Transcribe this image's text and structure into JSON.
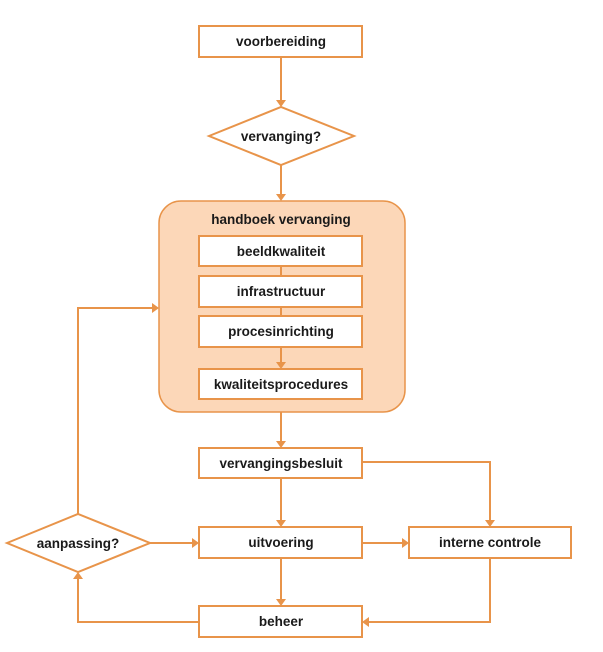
{
  "diagram": {
    "type": "flowchart",
    "colors": {
      "stroke": "#e8944a",
      "container_fill": "#fcd7b8",
      "box_fill": "#ffffff",
      "text": "#1a1a1a"
    },
    "nodes": {
      "voorbereiding": {
        "label": "voorbereiding",
        "shape": "rect"
      },
      "vervanging": {
        "label": "vervanging?",
        "shape": "diamond"
      },
      "handboek": {
        "label": "handboek vervanging",
        "shape": "container",
        "children": {
          "beeldkwaliteit": {
            "label": "beeldkwaliteit"
          },
          "infrastructuur": {
            "label": "infrastructuur"
          },
          "procesinrichting": {
            "label": "procesinrichting"
          },
          "kwaliteitsprocedures": {
            "label": "kwaliteitsprocedures"
          }
        }
      },
      "vervangingsbesluit": {
        "label": "vervangingsbesluit",
        "shape": "rect"
      },
      "uitvoering": {
        "label": "uitvoering",
        "shape": "rect"
      },
      "interne_controle": {
        "label": "interne controle",
        "shape": "rect"
      },
      "beheer": {
        "label": "beheer",
        "shape": "rect"
      },
      "aanpassing": {
        "label": "aanpassing?",
        "shape": "diamond"
      }
    },
    "edges": [
      {
        "from": "voorbereiding",
        "to": "vervanging?"
      },
      {
        "from": "vervanging?",
        "to": "handboek vervanging"
      },
      {
        "from": "beeldkwaliteit",
        "to": "infrastructuur"
      },
      {
        "from": "infrastructuur",
        "to": "procesinrichting"
      },
      {
        "from": "procesinrichting",
        "to": "kwaliteitsprocedures"
      },
      {
        "from": "handboek vervanging",
        "to": "vervangingsbesluit"
      },
      {
        "from": "vervangingsbesluit",
        "to": "uitvoering"
      },
      {
        "from": "vervangingsbesluit",
        "to": "interne controle"
      },
      {
        "from": "uitvoering",
        "to": "interne controle"
      },
      {
        "from": "uitvoering",
        "to": "beheer"
      },
      {
        "from": "interne controle",
        "to": "beheer"
      },
      {
        "from": "beheer",
        "to": "aanpassing?"
      },
      {
        "from": "aanpassing?",
        "to": "uitvoering"
      },
      {
        "from": "aanpassing?",
        "to": "handboek vervanging"
      }
    ]
  }
}
